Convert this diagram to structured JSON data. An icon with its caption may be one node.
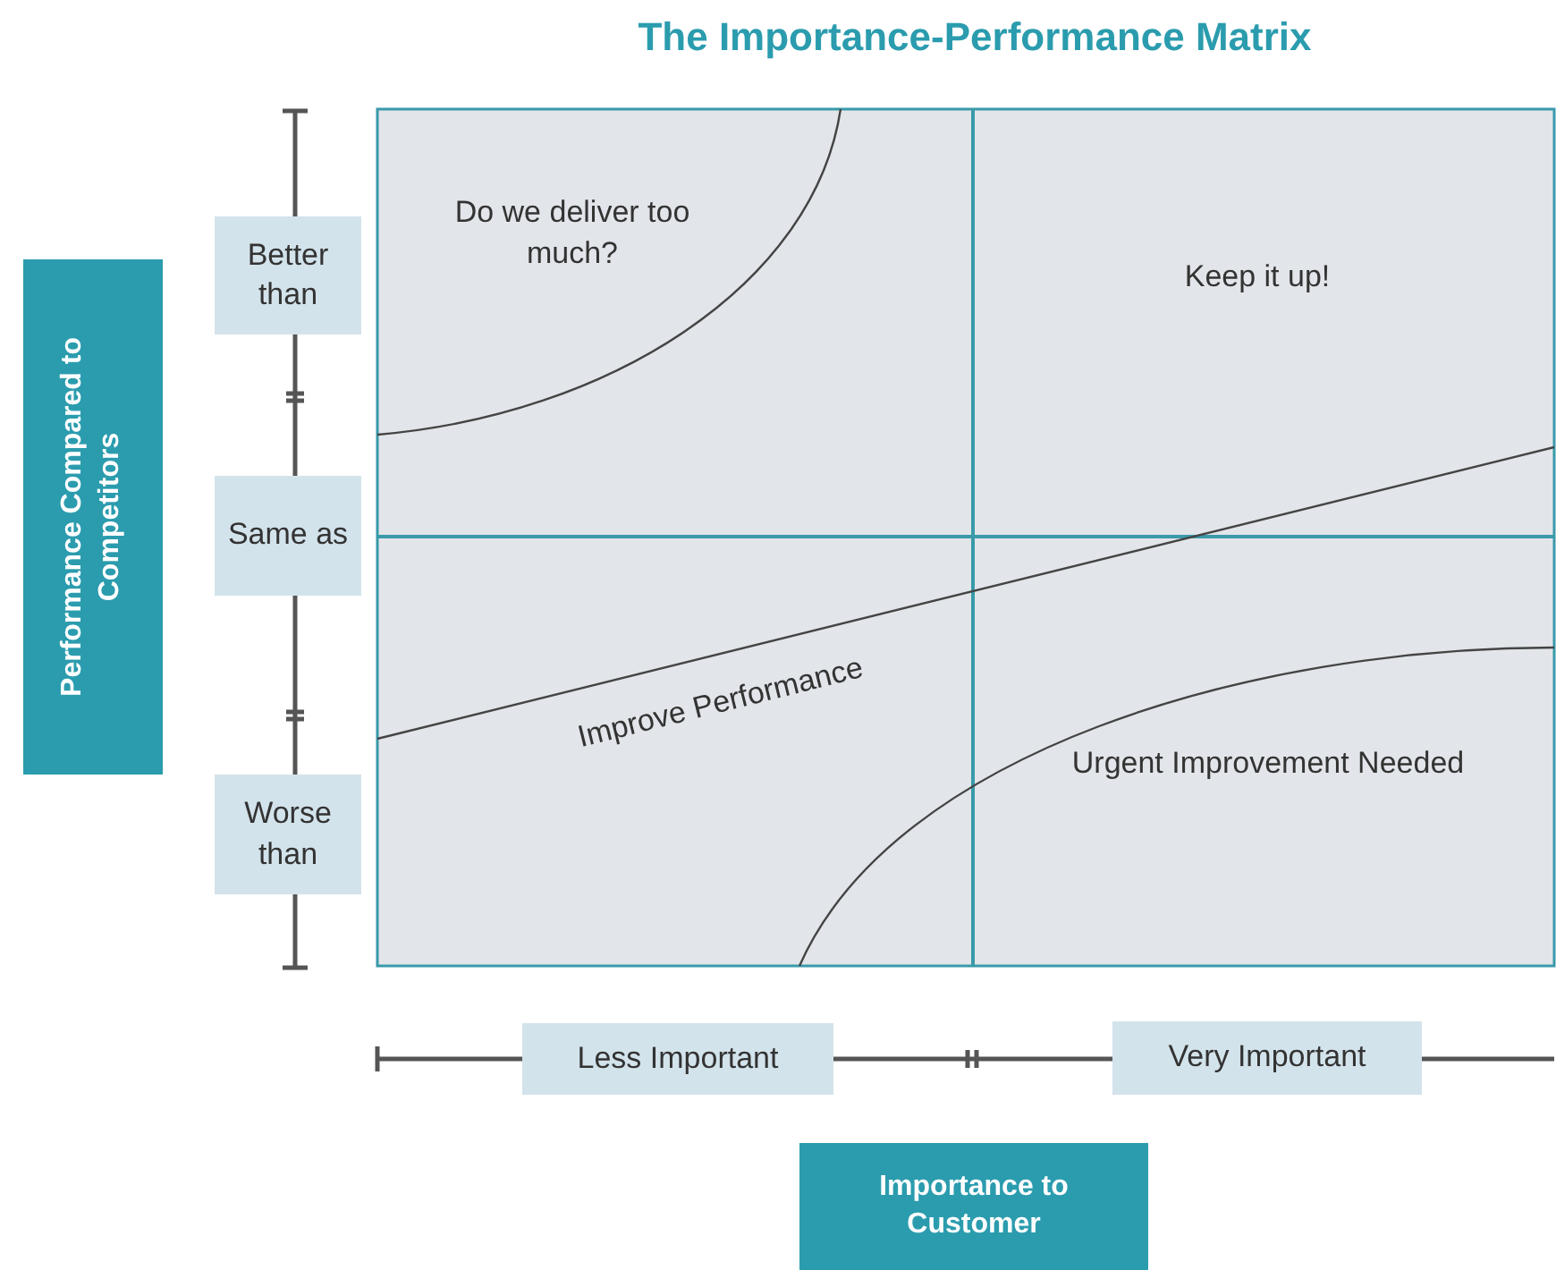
{
  "diagram": {
    "title": "The Importance-Performance Matrix",
    "nodes": [
      {
        "text": [
          "Performance Compared to Competitors"
        ]
      },
      {
        "text": [
          "Better than"
        ]
      },
      {
        "text": [
          "Same as"
        ]
      },
      {
        "text": [
          "Worse than"
        ]
      },
      {
        "text": [
          "Less Important"
        ]
      },
      {
        "text": [
          "Very Important"
        ]
      },
      {
        "text": [
          "Importance to Customer"
        ]
      }
    ],
    "labels": [
      "Do we deliver too much?",
      "Keep it up!",
      "Improve Performance",
      "Urgent Improvement Needed"
    ]
  }
}
